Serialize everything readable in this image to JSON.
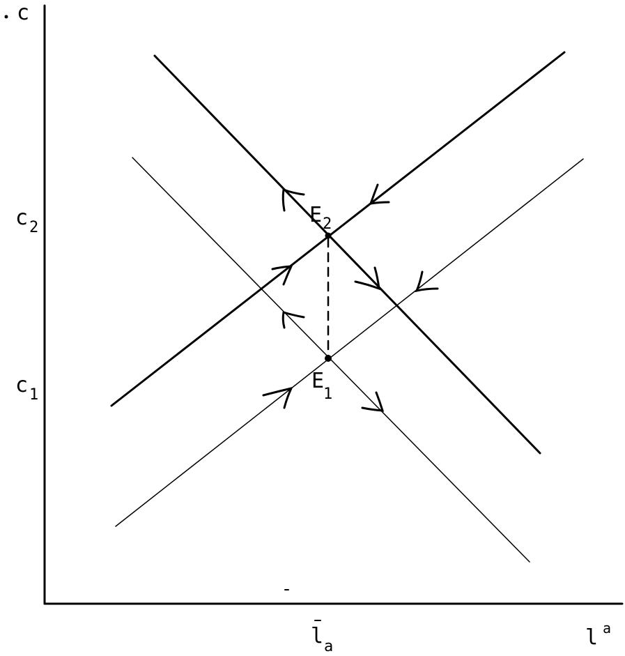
{
  "axes": {
    "y_label": "c",
    "x_label_base": "l",
    "x_label_sup": "a"
  },
  "ticks": {
    "c2_base": "c",
    "c2_sub": "2",
    "c1_base": "c",
    "c1_sub": "1",
    "lbar_base": "l",
    "lbar_sub": "a"
  },
  "points": {
    "e2_base": "E",
    "e2_sub": "2",
    "e1_base": "E",
    "e1_sub": "1"
  }
}
